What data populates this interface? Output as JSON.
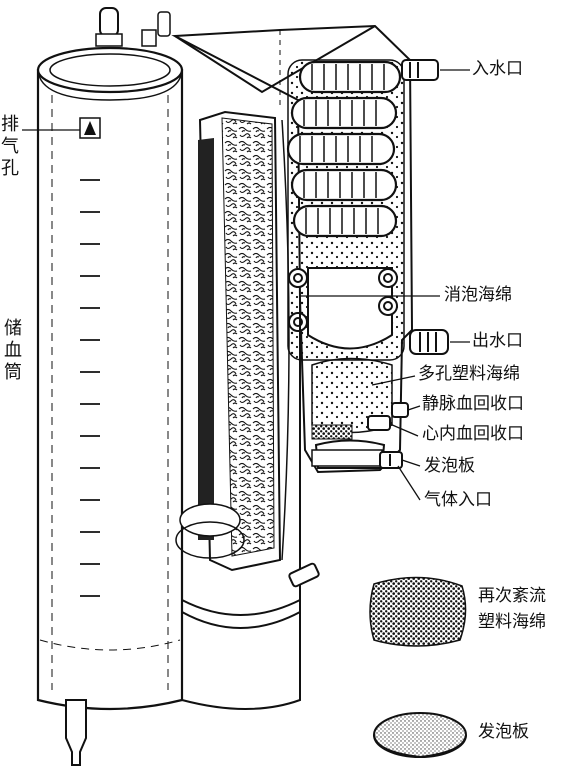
{
  "diagram": {
    "labels": {
      "inlet": "入水口",
      "vent": "排气孔",
      "reservoir": "储血筒",
      "defoam_sponge": "消泡海绵",
      "outlet": "出水口",
      "porous_sponge": "多孔塑料海绵",
      "venous_return": "静脉血回收口",
      "cardiotomy_return": "心内血回收口",
      "foaming_plate": "发泡板",
      "gas_inlet": "气体入口",
      "turbulence_sponge_line1": "再次紊流",
      "turbulence_sponge_line2": "塑料海绵",
      "foaming_plate_legend": "发泡板"
    }
  }
}
